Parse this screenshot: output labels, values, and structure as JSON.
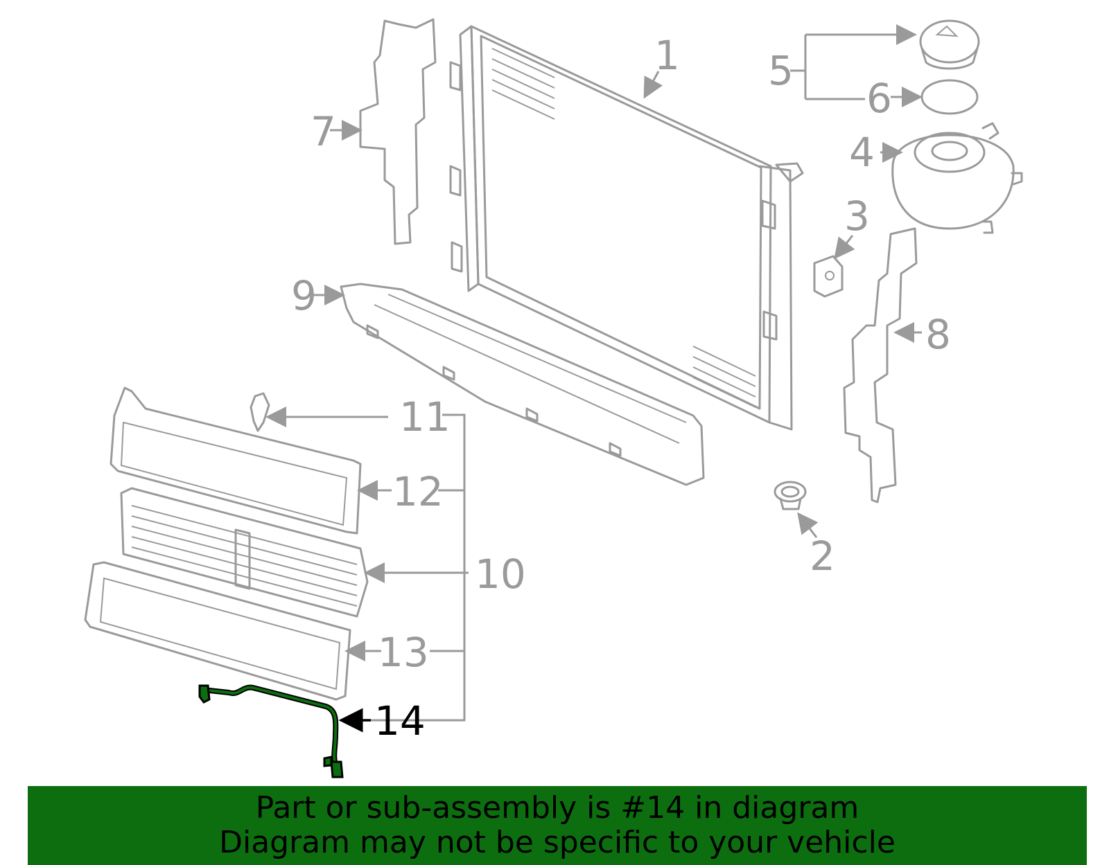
{
  "callouts": {
    "c1": "1",
    "c2": "2",
    "c3": "3",
    "c4": "4",
    "c5": "5",
    "c6": "6",
    "c7": "7",
    "c8": "8",
    "c9": "9",
    "c10": "10",
    "c11": "11",
    "c12": "12",
    "c13": "13",
    "c14": "14"
  },
  "highlight_part": "14",
  "colors": {
    "banner": "#0d6e10",
    "part_line": "#9a9a9a",
    "highlight_part": "#0d6e10",
    "highlight_label": "#000000"
  },
  "banner": {
    "line1": "Part or sub-assembly is #14 in diagram",
    "line2": "Diagram may not be specific to your vehicle"
  }
}
